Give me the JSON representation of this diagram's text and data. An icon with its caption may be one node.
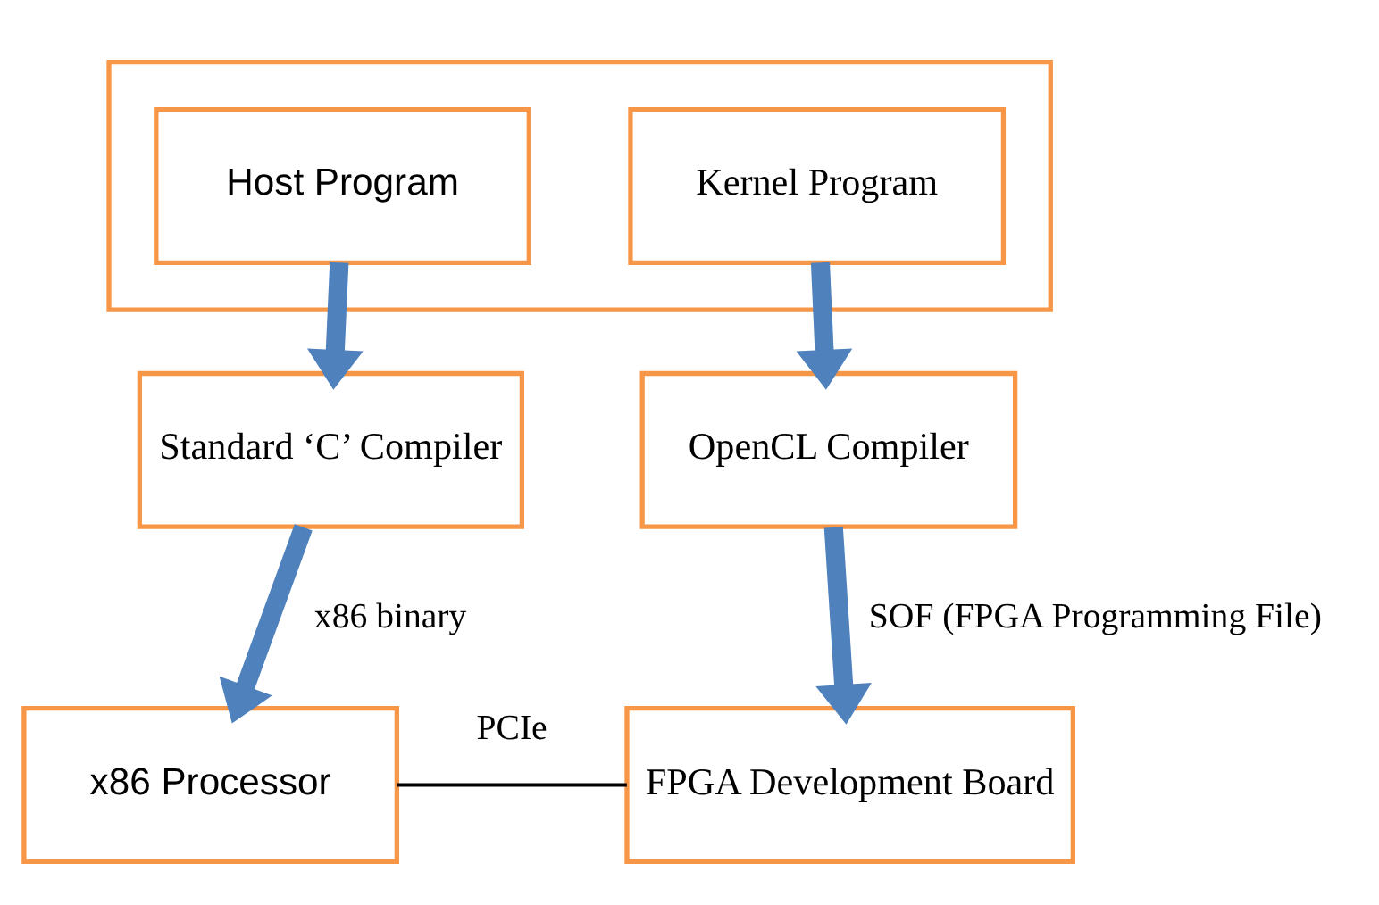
{
  "diagram": {
    "nodes": [
      {
        "text": [],
        "shape": "box"
      },
      {
        "text": [
          "Host Program"
        ],
        "in": 0
      },
      {
        "text": [
          "Kernel Program"
        ],
        "in": 0
      },
      {
        "text": [
          "Standard ‘C’ Compiler"
        ]
      },
      {
        "text": [
          "OpenCL Compiler"
        ]
      },
      {
        "text": [
          "x86 Processor"
        ]
      },
      {
        "text": [
          "FPGA Development Board"
        ]
      }
    ],
    "edges": [
      {
        "from": 1,
        "to": 3,
        "arrow": "to"
      },
      {
        "from": 2,
        "to": 4,
        "arrow": "to"
      },
      {
        "from": 3,
        "to": 5,
        "arrow": "to",
        "label": "x86 binary"
      },
      {
        "from": 4,
        "to": 6,
        "arrow": "to",
        "label": "SOF (FPGA Programming File)"
      },
      {
        "from": 5,
        "to": 6,
        "arrow": "none",
        "label": "PCIe",
        "color": "#000000"
      }
    ]
  }
}
